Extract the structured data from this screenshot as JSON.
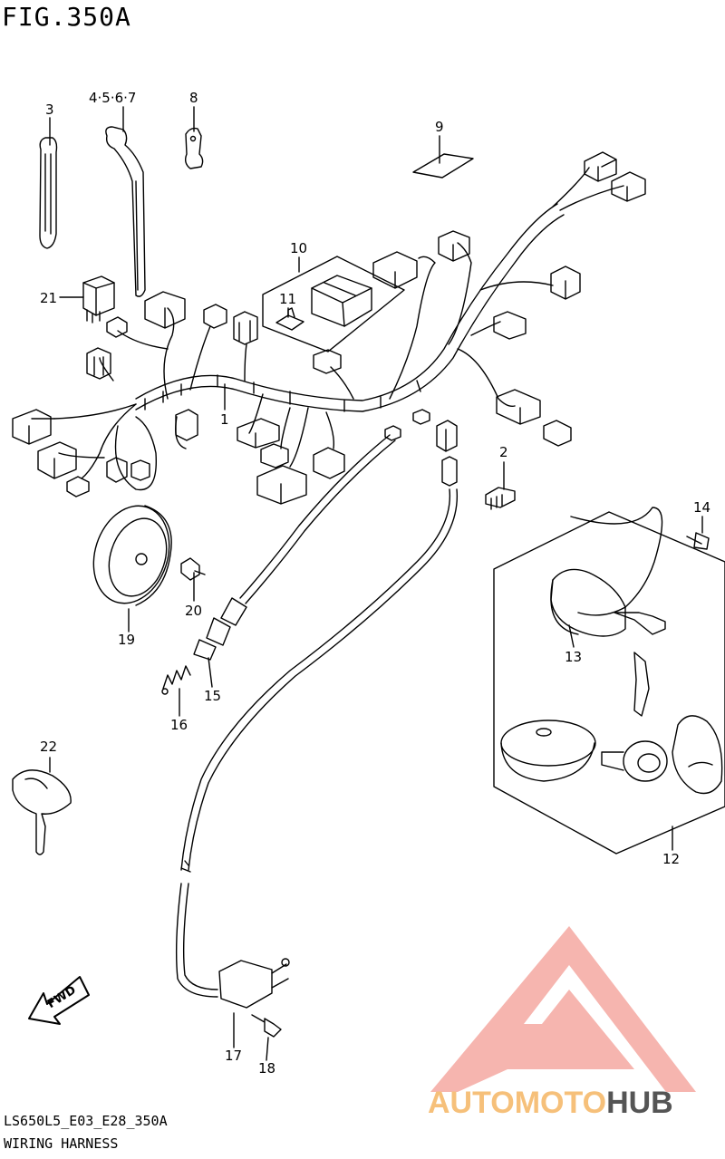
{
  "figure": {
    "title": "FIG.350A",
    "drawing_code": "LS650L5_E03_E28_350A",
    "name": "WIRING HARNESS"
  },
  "callouts": {
    "c1": "1",
    "c2": "2",
    "c3": "3",
    "c4567": "4·5·6·7",
    "c8": "8",
    "c9": "9",
    "c10": "10",
    "c11": "11",
    "c12": "12",
    "c13": "13",
    "c14": "14",
    "c15": "15",
    "c16": "16",
    "c17": "17",
    "c18": "18",
    "c19": "19",
    "c20": "20",
    "c21": "21",
    "c22": "22"
  },
  "fwd_label": "FWD",
  "watermark": {
    "part1": "AUTOMOTO",
    "part2": "HUB",
    "color_auto": "#f6c07a",
    "color_hub": "#555555",
    "color_logo": "#f08a80"
  }
}
